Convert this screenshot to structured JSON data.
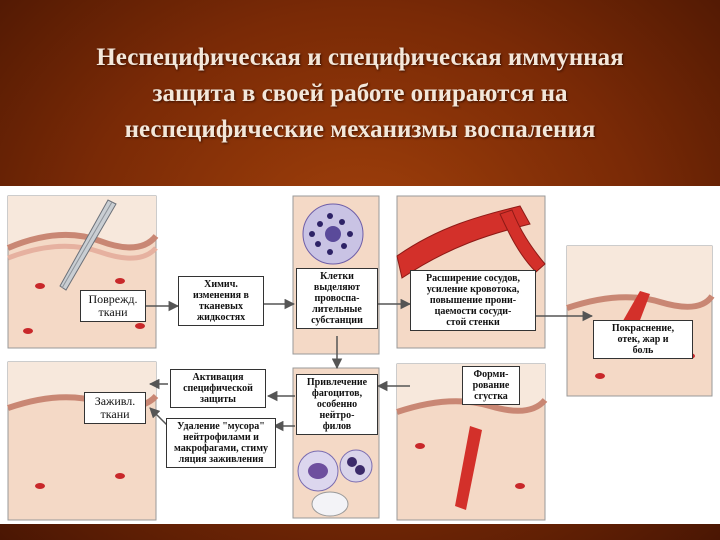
{
  "title": {
    "line1": "Неспецифическая и специфическая иммунная",
    "line2": "защита в своей работе опираются на",
    "line3": "неспецифические механизмы воспаления"
  },
  "labels": {
    "damage": [
      "Поврежд.",
      "ткани"
    ],
    "chem": [
      "Химич.",
      "изменения в",
      "тканевых",
      "жидкостях"
    ],
    "cells": [
      "Клетки",
      "выделяют",
      "провоспа-",
      "лительные",
      "субстанции"
    ],
    "vessel": [
      "Расширение сосудов,",
      "усиление кровотока,",
      "повышение прони-",
      "цаемости сосуди-",
      "стой стенки"
    ],
    "redness": [
      "Покраснение,",
      "отек, жар и",
      "боль"
    ],
    "activation": [
      "Активация",
      "специфической",
      "защиты"
    ],
    "attract": [
      "Привлечение",
      "фагоцитов,",
      "особенно",
      "нейтро-",
      "филов"
    ],
    "clot": [
      "Форми-",
      "рование",
      "сгустка"
    ],
    "healing": [
      "Заживл.",
      "ткани"
    ],
    "debris": [
      "Удаление \"мусора\"",
      "нейтрофилами и",
      "макрофагами, стиму",
      "ляция заживления"
    ]
  },
  "colors": {
    "background": "#8a3208",
    "title": "#f3e7da",
    "tissue": "#f4d9c6",
    "skin": "#e6b1a0",
    "vessel": "#d3302a",
    "arrow": "#555555"
  },
  "icons": [
    "needle-icon",
    "mast-cell-icon",
    "blood-vessel-icon",
    "phagocyte-icon"
  ]
}
